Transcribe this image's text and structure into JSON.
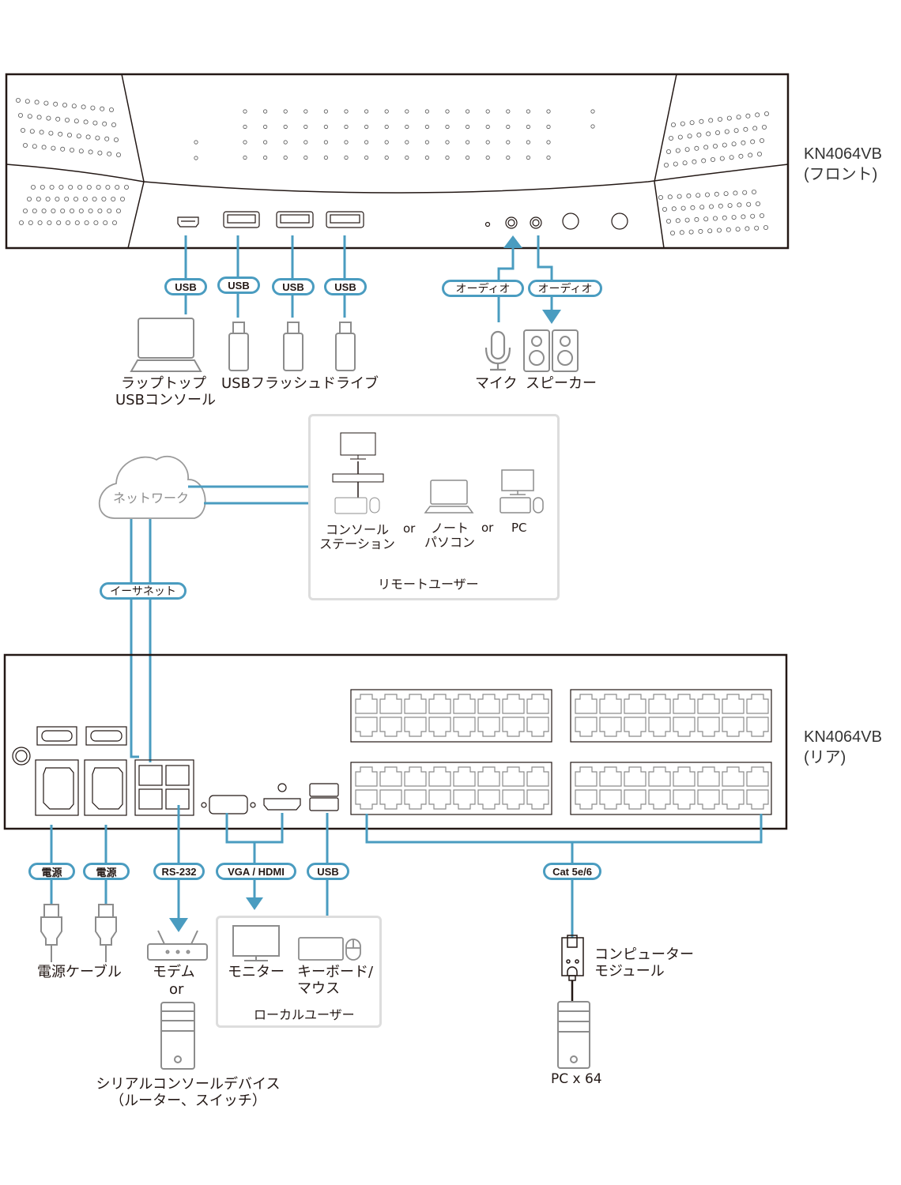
{
  "front_device": {
    "model": "KN4064VB",
    "view": "(フロント)"
  },
  "rear_device": {
    "model": "KN4064VB",
    "view": "(リア)"
  },
  "front_connections": {
    "usb_pills": [
      "USB",
      "USB",
      "USB",
      "USB"
    ],
    "audio_pills": [
      "オーディオ",
      "オーディオ"
    ],
    "laptop_caption_1": "ラップトップ",
    "laptop_caption_2": "USBコンソール",
    "flash_caption": "USBフラッシュドライブ",
    "mic_caption": "マイク",
    "speaker_caption": "スピーカー"
  },
  "network": {
    "cloud_label": "ネットワーク",
    "ethernet_pill": "イーサネット"
  },
  "remote_users": {
    "title": "リモートユーザー",
    "console_station_1": "コンソール",
    "console_station_2": "ステーション",
    "or_1": "or",
    "notebook_1": "ノート",
    "notebook_2": "パソコン",
    "or_2": "or",
    "pc": "PC"
  },
  "rear_connections": {
    "power_pills": [
      "電源",
      "電源"
    ],
    "rs232_pill": "RS-232",
    "vga_hdmi_pill": "VGA / HDMI",
    "usb_pill": "USB",
    "cat_pill": "Cat 5e/6",
    "power_cable_caption": "電源ケーブル",
    "modem_caption": "モデム",
    "or_label": "or",
    "serial_caption_1": "シリアルコンソールデバイス",
    "serial_caption_2": "（ルーター、スイッチ）",
    "computer_module_1": "コンピューター",
    "computer_module_2": "モジュール",
    "pc_count": "PC x 64"
  },
  "local_users": {
    "title": "ローカルユーザー",
    "monitor": "モニター",
    "keyboard_mouse_1": "キーボード/",
    "keyboard_mouse_2": "マウス"
  },
  "colors": {
    "cable": "#4a9cc0",
    "device_outline": "#231815",
    "peripheral_gray": "#8c8c8c",
    "box_border": "#dddddd"
  }
}
